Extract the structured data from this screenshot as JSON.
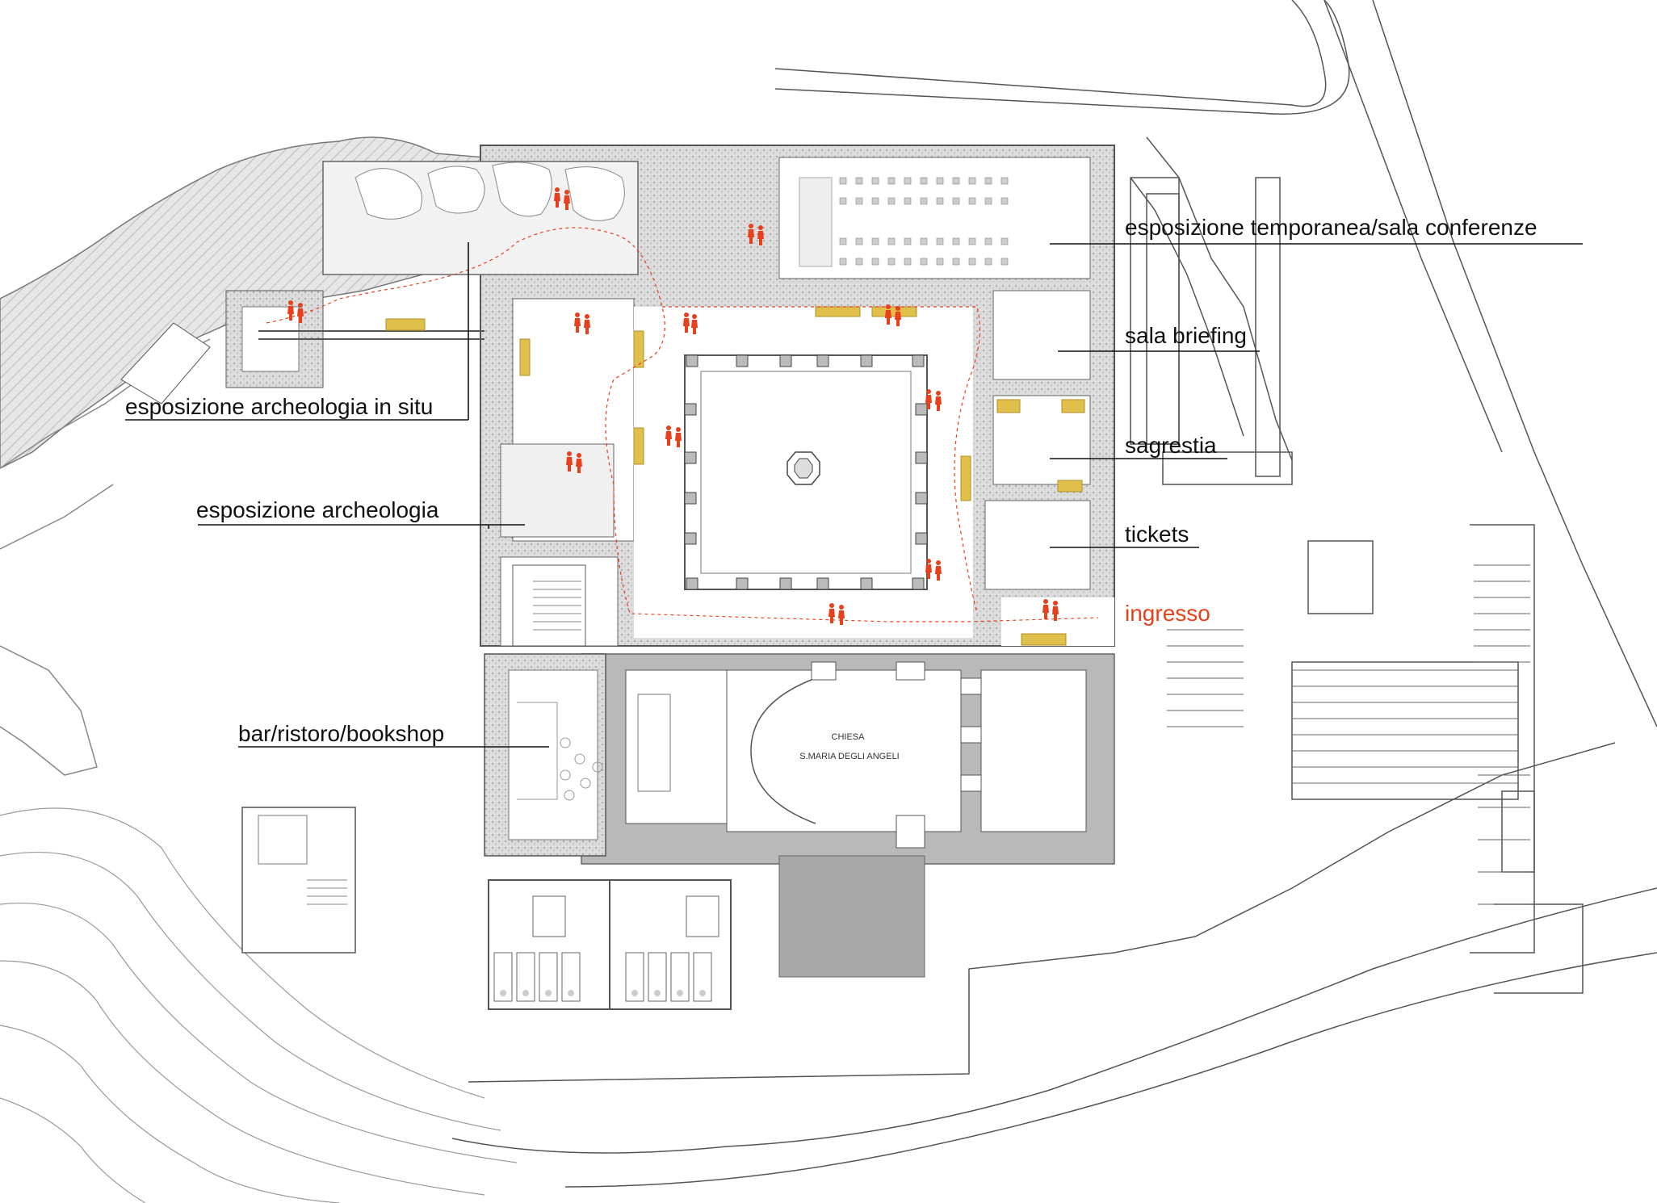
{
  "colors": {
    "accent_red": "#e8401c",
    "wall_hatch": "#c8c8c8",
    "solid_gray": "#b4b4b4",
    "display_yellow": "#e0c04a",
    "line": "#444444"
  },
  "labels": {
    "esposizione_temporanea": "esposizione temporanea/sala conferenze",
    "sala_briefing": "sala briefing",
    "sagrestia": "sagrestia",
    "tickets": "tickets",
    "ingresso": "ingresso",
    "esposizione_archeologia_in_situ": "esposizione archeologia in situ",
    "esposizione_archeologia": "esposizione archeologia",
    "bar_ristoro_bookshop": "bar/ristoro/bookshop"
  },
  "church": {
    "line1": "CHIESA",
    "line2": "S.MARIA DEGLI ANGELI"
  },
  "icons": [
    "visitor-figure-icon",
    "display-case-icon",
    "toilet-icon",
    "accessible-toilet-icon"
  ]
}
